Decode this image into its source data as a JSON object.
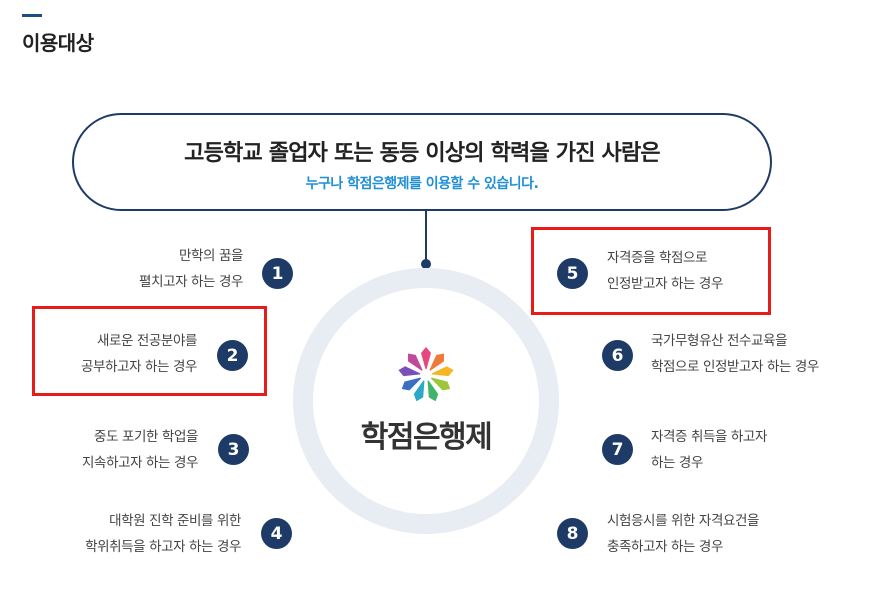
{
  "page": {
    "section_title": "이용대상"
  },
  "banner": {
    "main": "고등학교 졸업자 또는 동등 이상의 학력을 가진 사람은",
    "sub": "누구나 학점은행제를 이용할 수 있습니다."
  },
  "center": {
    "logo_text": "학점은행제"
  },
  "items": [
    {
      "number": "1",
      "line1": "만학의 꿈을",
      "line2": "펼치고자 하는 경우"
    },
    {
      "number": "2",
      "line1": "새로운 전공분야를",
      "line2": "공부하고자 하는 경우",
      "highlighted": true
    },
    {
      "number": "3",
      "line1": "중도 포기한 학업을",
      "line2": "지속하고자 하는 경우"
    },
    {
      "number": "4",
      "line1": "대학원 진학 준비를 위한",
      "line2": "학위취득을 하고자 하는 경우"
    },
    {
      "number": "5",
      "line1": "자격증을 학점으로",
      "line2": "인정받고자 하는 경우",
      "highlighted": true
    },
    {
      "number": "6",
      "line1": "국가무형유산 전수교육을",
      "line2": "학점으로 인정받고자 하는 경우"
    },
    {
      "number": "7",
      "line1": "자격증 취득을 하고자",
      "line2": "하는 경우"
    },
    {
      "number": "8",
      "line1": "시험응시를 위한 자격요건을",
      "line2": "충족하고자 하는 경우"
    }
  ],
  "colors": {
    "navy": "#1e3a66",
    "accent_blue": "#1f8fd6",
    "highlight_red": "#e81b1b",
    "ring_gray": "#e8edf3"
  },
  "icons": {
    "logo": "flower-logo-icon"
  }
}
